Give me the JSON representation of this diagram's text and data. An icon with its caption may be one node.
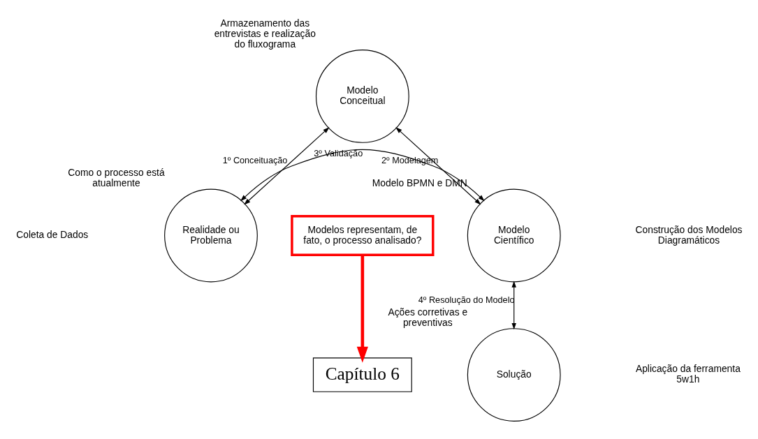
{
  "diagram": {
    "nodes": [
      {
        "text": [
          "Modelo Conceitual"
        ],
        "beside": [
          "Armazenamento das entrevistas e realização do fluxograma"
        ]
      },
      {
        "text": [
          "Realidade ou Problema"
        ],
        "beside": [
          "Como o processo está atualmente"
        ]
      },
      {
        "text": [
          "Modelos representam, de fato, o processo analisado?"
        ]
      },
      {
        "text": [
          "Modelo Científico"
        ],
        "beside": [
          "Modelo BPMN e DMN"
        ]
      },
      {
        "text": [
          "Capítulo 6"
        ]
      },
      {
        "text": [
          "Solução"
        ],
        "beside": [
          "Ações corretivas e preventivas"
        ]
      }
    ],
    "edges": [
      {
        "from": 1,
        "to": 0,
        "arrow": "both",
        "label": "1º Conceituação"
      },
      {
        "from": 0,
        "to": 3,
        "arrow": "both",
        "label": "2º Modelagem"
      },
      {
        "from": 1,
        "to": 3,
        "arrow": "both",
        "label": "3º Validação"
      },
      {
        "from": 2,
        "to": 4,
        "arrow": "to",
        "style": "thick",
        "color": "#ff0000"
      },
      {
        "from": 3,
        "to": 5,
        "arrow": "both",
        "label": "4º Resolução do Modelo"
      }
    ],
    "labels": [
      "Coleta de Dados",
      "Construção dos Modelos Diagramáticos",
      "Aplicação da ferramenta 5w1h"
    ]
  }
}
